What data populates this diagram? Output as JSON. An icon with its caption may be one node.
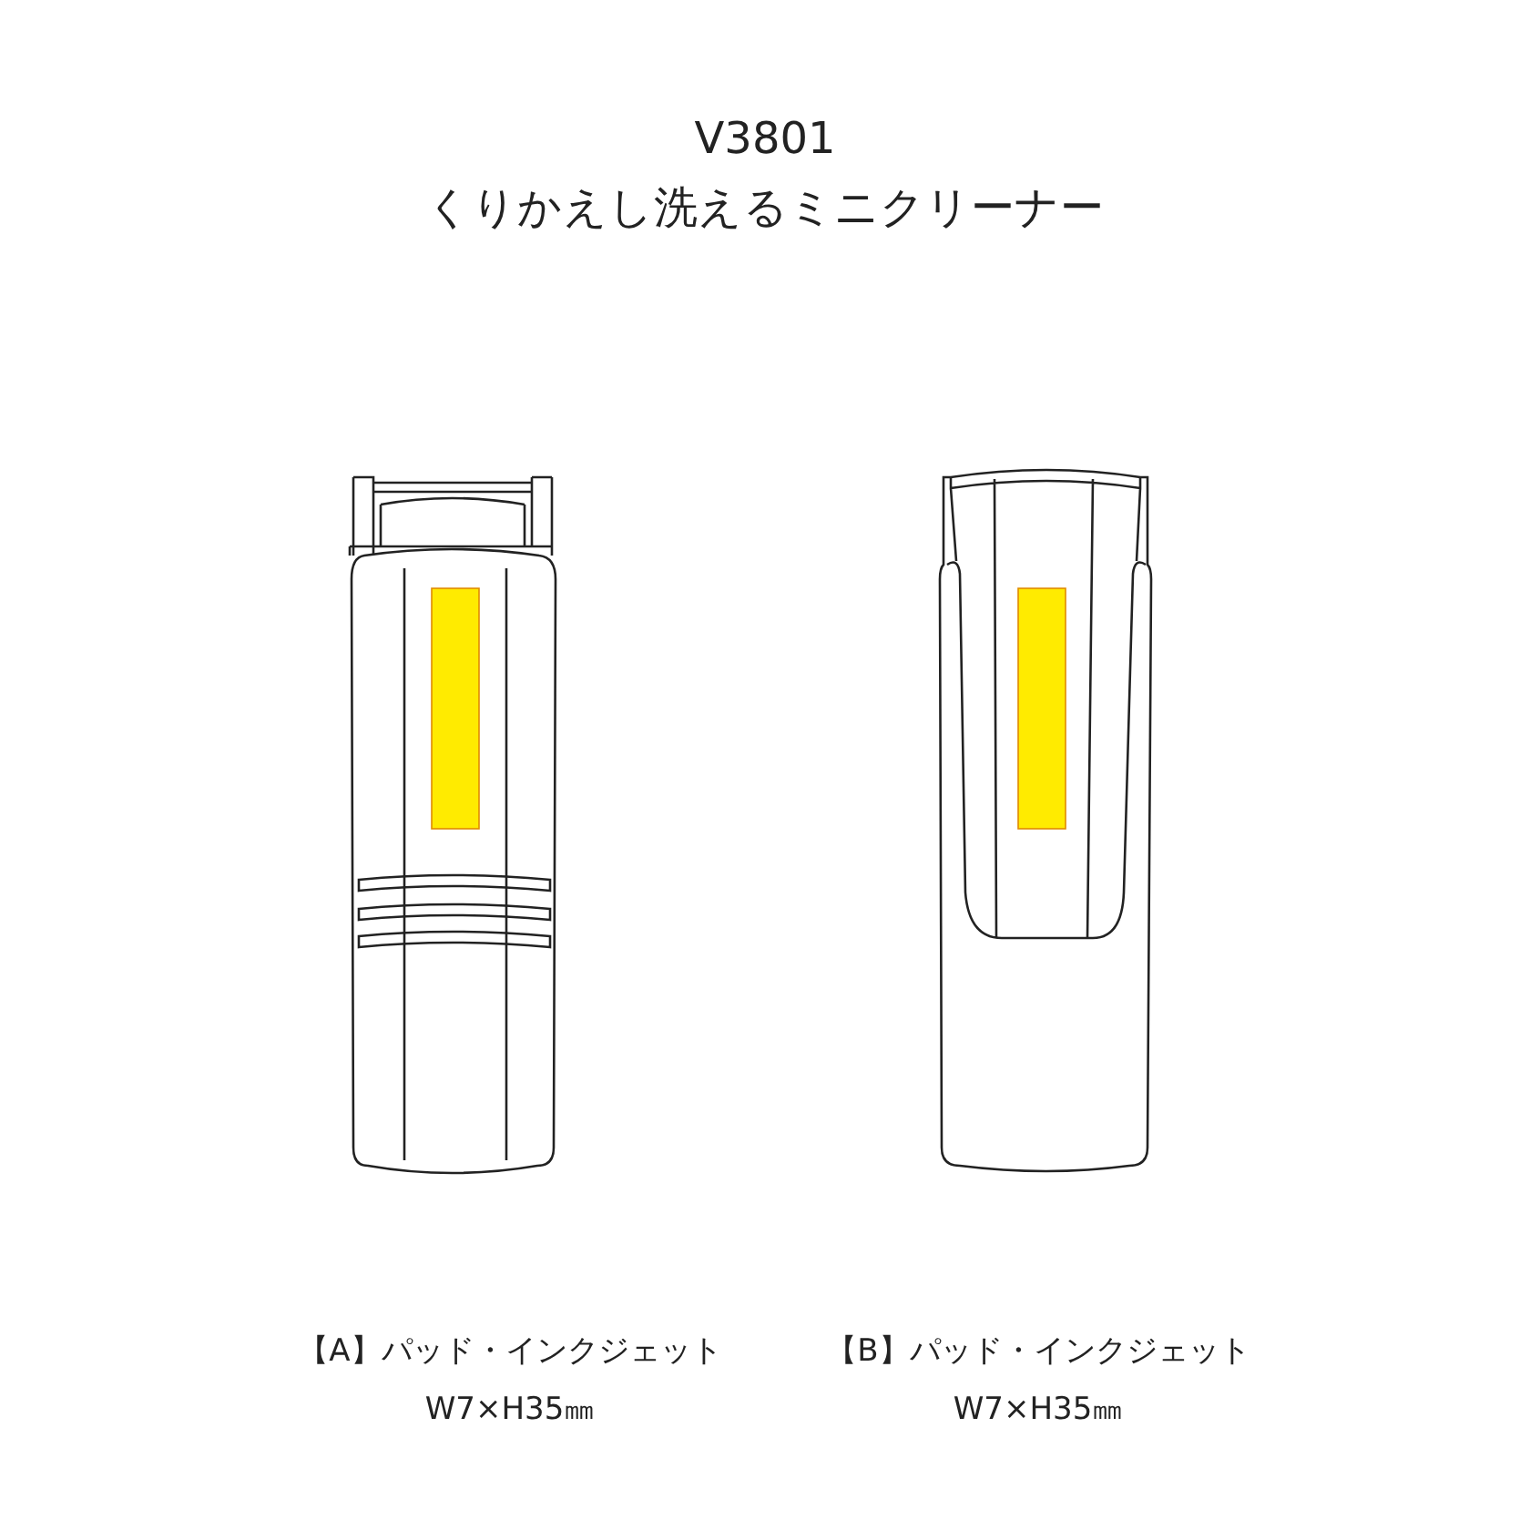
{
  "diagram": {
    "title": "V3801",
    "labels": [
      "くりかえし洗えるミニクリーナー",
      "【A】パッド・インクジェット",
      "W7×H35㎜",
      "【B】パッド・インクジェット",
      "W7×H35㎜"
    ]
  }
}
